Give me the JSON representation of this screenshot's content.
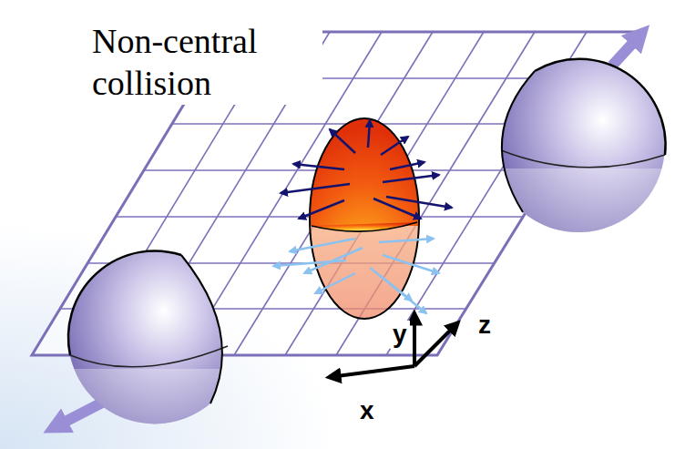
{
  "diagram": {
    "labels": [
      "Non-central collision",
      "y",
      "z",
      "x"
    ]
  }
}
